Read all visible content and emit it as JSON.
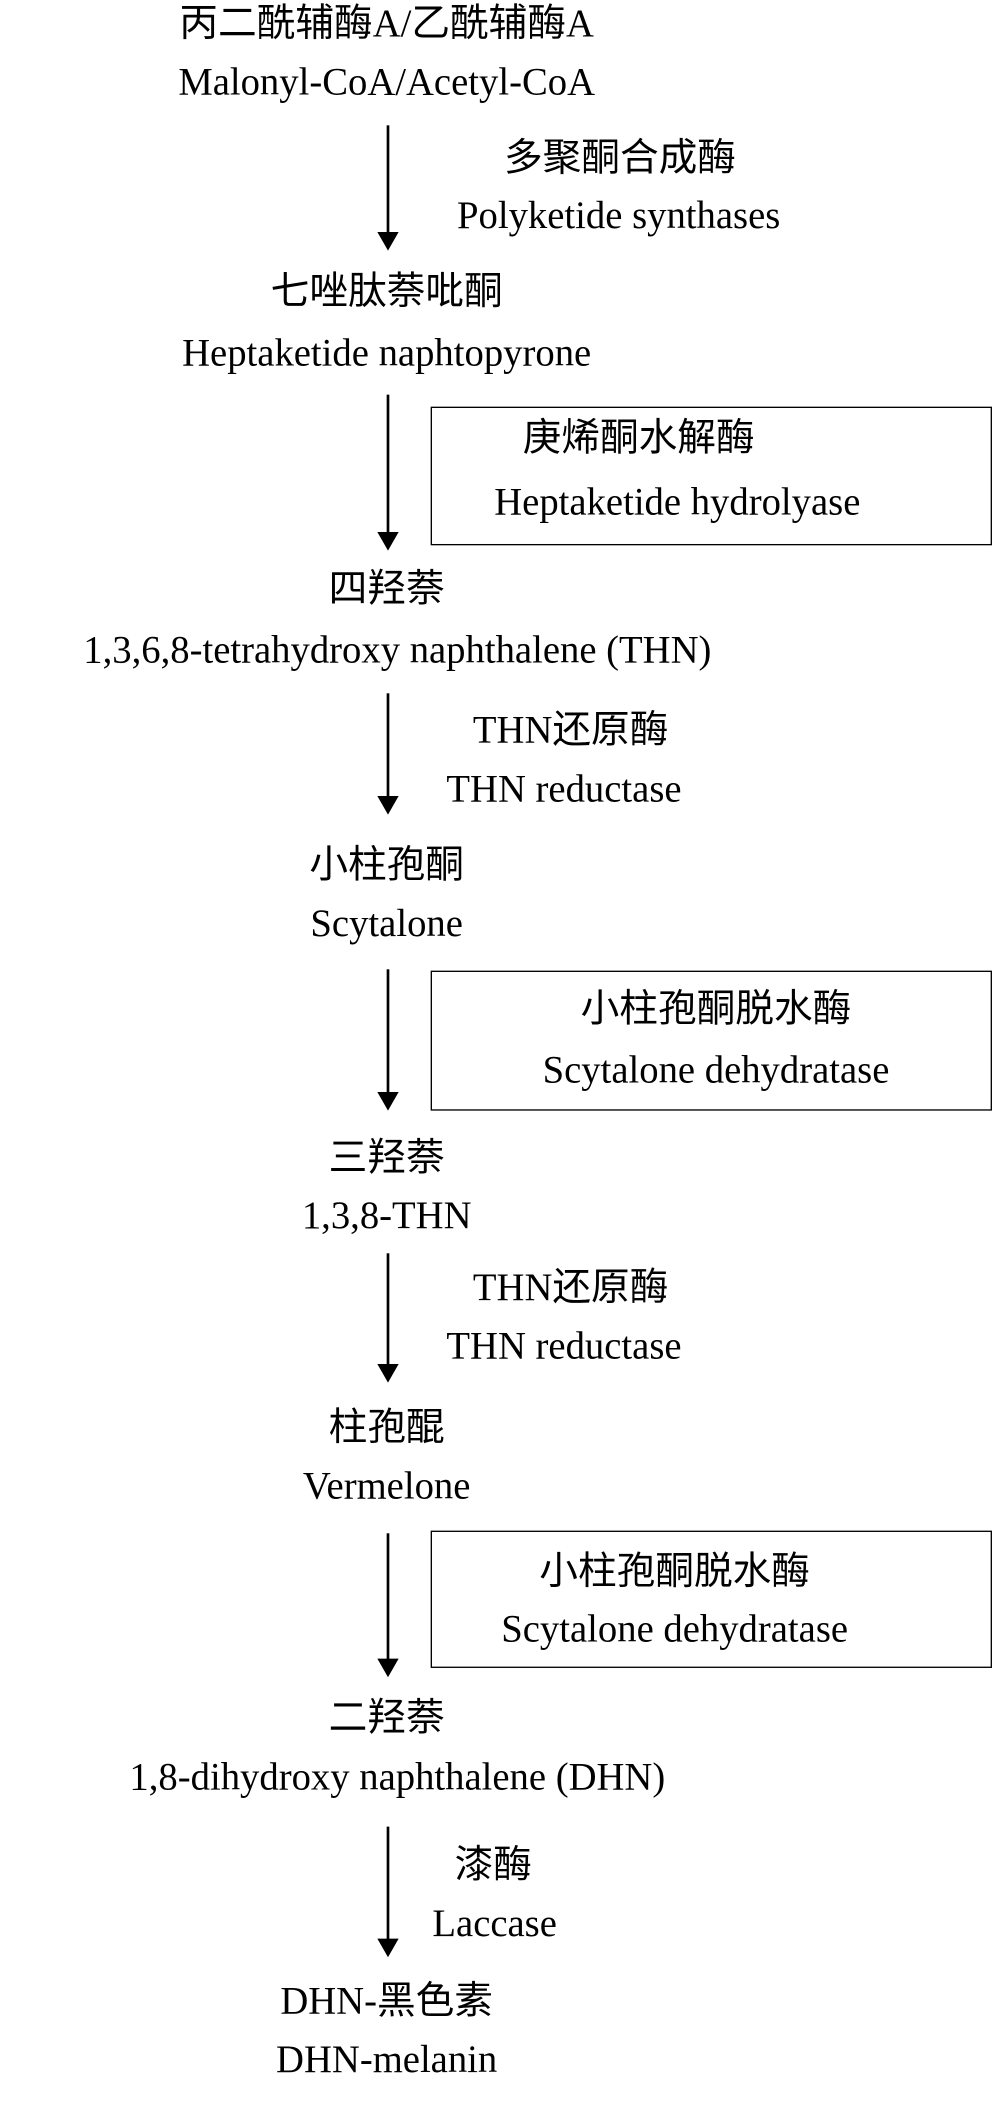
{
  "compounds": [
    {
      "zh": "丙二酰辅酶A/乙酰辅酶A",
      "en": "Malonyl-CoA/Acetyl-CoA"
    },
    {
      "zh": "七唑肽萘吡酮",
      "en": "Heptaketide naphtopyrone"
    },
    {
      "zh": "四羟萘",
      "en": "1,3,6,8-tetrahydroxy naphthalene (THN)"
    },
    {
      "zh": "小柱孢酮",
      "en": "Scytalone"
    },
    {
      "zh": "三羟萘",
      "en": "1,3,8-THN"
    },
    {
      "zh": "柱孢醌",
      "en": "Vermelone"
    },
    {
      "zh": "二羟萘",
      "en": "1,8-dihydroxy naphthalene (DHN)"
    },
    {
      "zh": "DHN-黑色素",
      "en": "DHN-melanin"
    }
  ],
  "enzymes": [
    {
      "zh": "多聚酮合成酶",
      "en": "Polyketide synthases",
      "boxed": false
    },
    {
      "zh": "庚烯酮水解酶",
      "en": "Heptaketide hydrolyase",
      "boxed": true
    },
    {
      "zh": "THN还原酶",
      "en": "THN reductase",
      "boxed": false
    },
    {
      "zh": "小柱孢酮脱水酶",
      "en": "Scytalone dehydratase",
      "boxed": true
    },
    {
      "zh": "THN还原酶",
      "en": "THN reductase",
      "boxed": false
    },
    {
      "zh": "小柱孢酮脱水酶",
      "en": "Scytalone dehydratase",
      "boxed": true
    },
    {
      "zh": "漆酶",
      "en": "Laccase",
      "boxed": false
    }
  ]
}
